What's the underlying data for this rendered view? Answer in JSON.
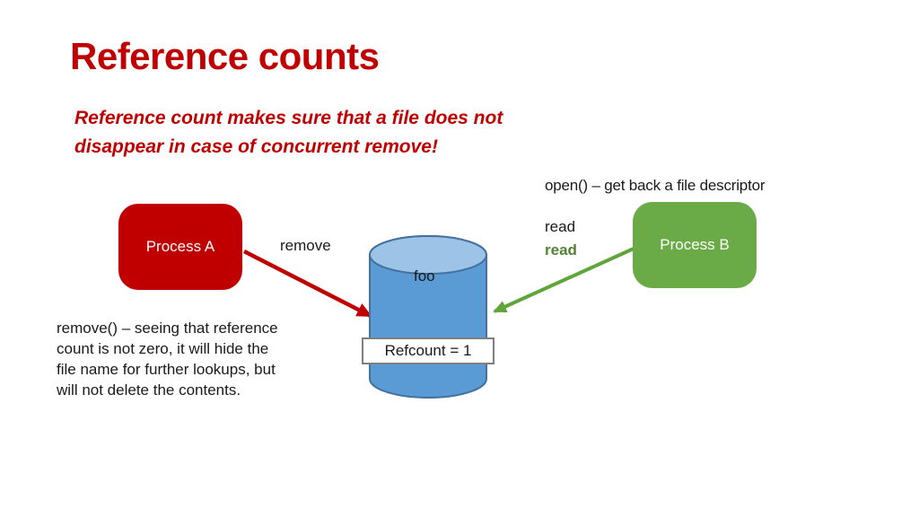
{
  "slide": {
    "title": "Reference counts",
    "subtitle_line1": "Reference count makes sure that a file does not",
    "subtitle_line2": "disappear in case of concurrent remove!",
    "colors": {
      "title_red": "#C00000",
      "process_a_fill": "#C00000",
      "process_b_fill": "#6AAB47",
      "cylinder_fill": "#5B9BD5",
      "cylinder_top_fill": "#9DC3E6",
      "cylinder_stroke": "#41719C",
      "arrow_red": "#C00000",
      "arrow_green": "#5EA63B",
      "green_text": "#538135",
      "refcount_border": "#7F7F7F"
    }
  },
  "diagram": {
    "process_a": {
      "label": "Process A"
    },
    "process_b": {
      "label": "Process B"
    },
    "remove_arrow_label": "remove",
    "open_note": "open() – get back a file descriptor",
    "read_label_black": "read",
    "read_label_green": "read",
    "file_cylinder": {
      "name_label": "foo",
      "refcount_label": "Refcount = 1"
    },
    "remove_note_lines": [
      "remove() – seeing that reference",
      "count is not zero, it will hide the",
      "file name for further lookups, but",
      "will not delete the contents."
    ]
  }
}
